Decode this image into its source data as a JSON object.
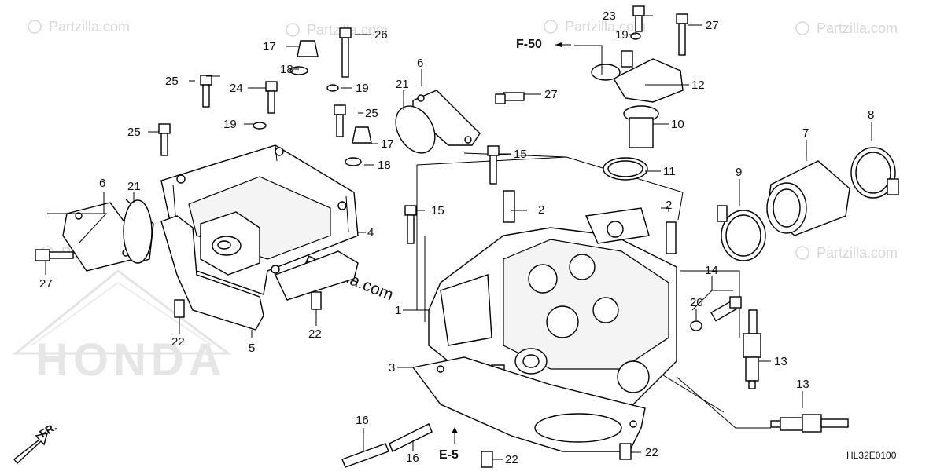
{
  "brand_text": "HONDA",
  "watermark_text": "Partzilla.com",
  "watermark_symbol": "©",
  "diagram_code": "HL32E0100",
  "refs": {
    "f50": "F-50",
    "e5": "E-5",
    "fr": "FR."
  },
  "callouts": {
    "c1": "1",
    "c2a": "2",
    "c2b": "2",
    "c3": "3",
    "c4": "4",
    "c5": "5",
    "c6a": "6",
    "c6b": "6",
    "c7": "7",
    "c8": "8",
    "c9": "9",
    "c10": "10",
    "c11": "11",
    "c12": "12",
    "c13a": "13",
    "c13b": "13",
    "c14": "14",
    "c15a": "15",
    "c15b": "15",
    "c16a": "16",
    "c16b": "16",
    "c17a": "17",
    "c17b": "17",
    "c18a": "18",
    "c18b": "18",
    "c19a": "19",
    "c19b": "19",
    "c19c": "19",
    "c20": "20",
    "c21a": "21",
    "c21b": "21",
    "c22a": "22",
    "c22b": "22",
    "c22c": "22",
    "c22d": "22",
    "c23": "23",
    "c24": "24",
    "c25a": "25",
    "c25b": "25",
    "c25c": "25",
    "c26": "26",
    "c27a": "27",
    "c27b": "27",
    "c27c": "27"
  },
  "colors": {
    "line": "#000000",
    "watermark": "#d7d7d7",
    "background": "#ffffff"
  }
}
